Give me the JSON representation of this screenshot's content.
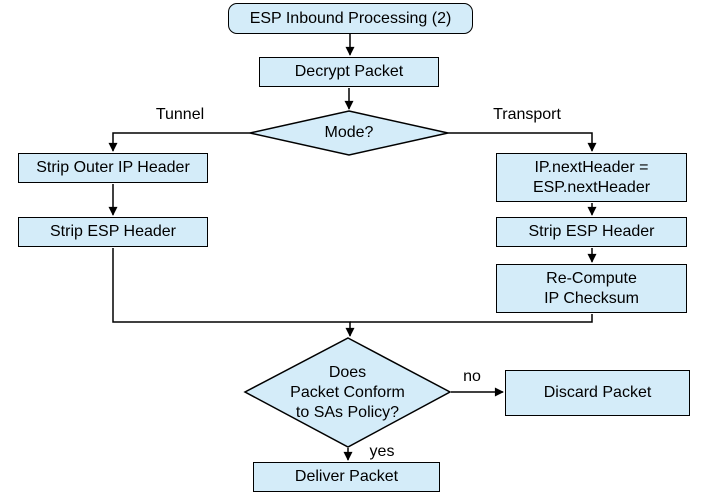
{
  "diagram": {
    "title": "ESP Inbound Processing (2)",
    "colors": {
      "node_fill": "#d4ecf9",
      "node_border": "#000000",
      "connector": "#000000",
      "background": "#ffffff",
      "text": "#000000"
    },
    "nodes": {
      "start": {
        "label": "ESP Inbound Processing (2)",
        "shape": "rounded-rectangle"
      },
      "decrypt": {
        "label": "Decrypt Packet",
        "shape": "rectangle"
      },
      "mode": {
        "label": "Mode?",
        "shape": "diamond"
      },
      "strip_outer_ip": {
        "label": "Strip Outer IP Header",
        "shape": "rectangle"
      },
      "strip_esp_tunnel": {
        "label": "Strip ESP Header",
        "shape": "rectangle"
      },
      "ip_next_header": {
        "label": "IP.nextHeader =\nESP.nextHeader",
        "shape": "rectangle"
      },
      "strip_esp_transport": {
        "label": "Strip ESP Header",
        "shape": "rectangle"
      },
      "recompute_checksum": {
        "label": "Re-Compute\nIP Checksum",
        "shape": "rectangle"
      },
      "policy_check": {
        "label": "Does\nPacket Conform\nto SAs Policy?",
        "shape": "diamond"
      },
      "discard": {
        "label": "Discard Packet",
        "shape": "rectangle"
      },
      "deliver": {
        "label": "Deliver Packet",
        "shape": "rectangle"
      }
    },
    "edge_labels": {
      "tunnel": "Tunnel",
      "transport": "Transport",
      "no": "no",
      "yes": "yes"
    }
  }
}
